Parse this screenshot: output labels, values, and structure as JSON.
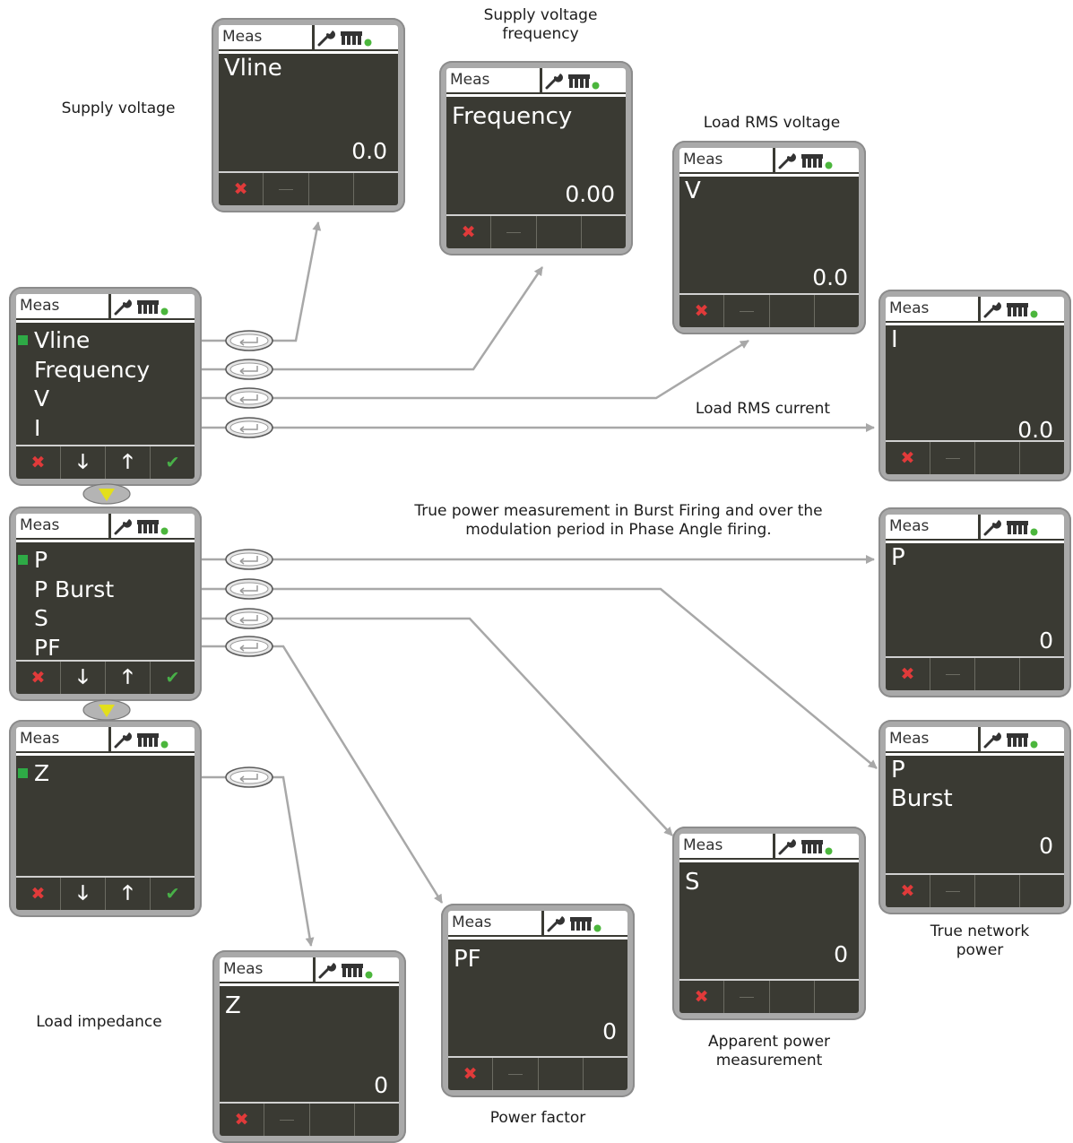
{
  "colors": {
    "frame": "#a9a9a9",
    "screen": "#3a3a33",
    "cursor": "#2eaa46",
    "cancel": "#e13a3a",
    "confirm": "#48b048",
    "link": "#a8a8a8",
    "scroll": "#e3df1c"
  },
  "header_title": "Meas",
  "captions": {
    "supply_voltage": "Supply voltage",
    "supply_freq_line1": "Supply voltage",
    "supply_freq_line2": "frequency",
    "load_rms_voltage": "Load RMS voltage",
    "load_rms_current": "Load RMS current",
    "true_power_line1": "True power measurement in Burst Firing and over the",
    "true_power_line2": "modulation period in Phase Angle firing.",
    "true_network_line1": "True network",
    "true_network_line2": "power",
    "apparent_line1": "Apparent power",
    "apparent_line2": "measurement",
    "power_factor": "Power factor",
    "load_impedance": "Load impedance"
  },
  "menus": [
    {
      "items": [
        "Vline",
        "Frequency",
        "V",
        "I"
      ]
    },
    {
      "items": [
        "P",
        "P Burst",
        "S",
        "PF"
      ]
    },
    {
      "items": [
        "Z"
      ]
    }
  ],
  "displays": {
    "vline": {
      "label": "Vline",
      "value": "0.0"
    },
    "frequency": {
      "label": "Frequency",
      "value": "0.00"
    },
    "v": {
      "label": "V",
      "value": "0.0"
    },
    "i": {
      "label": "I",
      "value": "0.0"
    },
    "p": {
      "label": "P",
      "value": "0"
    },
    "pburst": {
      "label1": "P",
      "label2": "Burst",
      "value": "0"
    },
    "s": {
      "label": "S",
      "value": "0"
    },
    "pf": {
      "label": "PF",
      "value": "0"
    },
    "z": {
      "label": "Z",
      "value": "0"
    }
  },
  "icons": [
    "wrench-icon",
    "keypad-icon",
    "status-led-icon",
    "cancel-icon",
    "down-arrow-icon",
    "up-arrow-icon",
    "check-icon",
    "enter-key-icon",
    "scroll-down-icon"
  ]
}
